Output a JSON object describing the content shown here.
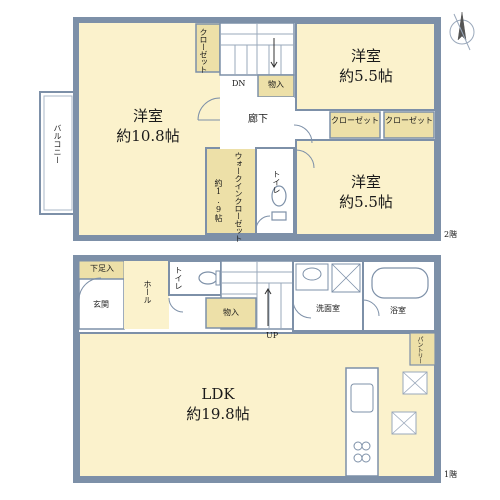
{
  "floor2": {
    "floor_label": "2階",
    "rooms": {
      "western_large": {
        "name": "洋室",
        "size": "約10.8帖"
      },
      "western_ne": {
        "name": "洋室",
        "size": "約5.5帖"
      },
      "western_se": {
        "name": "洋室",
        "size": "約5.5帖"
      },
      "walkin": {
        "name": "ウォークインクローゼット",
        "size": "約1.9帖"
      },
      "closet_top": "クローゼット",
      "closet_mid1": "クローゼット",
      "closet_mid2": "クローゼット",
      "storage": "物入",
      "hallway": "廊下",
      "toilet": "トイレ",
      "balcony": "バルコニー",
      "stairs_dn": "DN"
    }
  },
  "floor1": {
    "floor_label": "1階",
    "rooms": {
      "ldk": {
        "name": "LDK",
        "size": "約19.8帖"
      },
      "shoe": "下足入",
      "entrance": "玄関",
      "hall": "ホール",
      "toilet": "トイレ",
      "storage": "物入",
      "washroom": "洗面室",
      "bath": "浴室",
      "pantry": "パントリー",
      "stairs_up": "UP"
    }
  },
  "colors": {
    "room": "#fbf2cc",
    "closet": "#ede0a8",
    "wall": "#7d90a8",
    "white": "#ffffff"
  }
}
